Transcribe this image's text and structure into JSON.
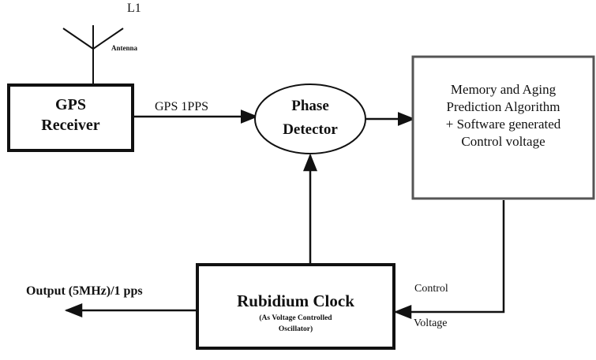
{
  "antenna": {
    "band": "L1",
    "label": "Antenna"
  },
  "gps_receiver": {
    "line1": "GPS",
    "line2": "Receiver"
  },
  "gps_signal": "GPS 1PPS",
  "phase_detector": {
    "line1": "Phase",
    "line2": "Detector"
  },
  "memory_block": {
    "line1": "Memory and Aging",
    "line2": "Prediction Algorithm",
    "line3": "+ Software generated",
    "line4": "Control voltage"
  },
  "rubidium": {
    "title": "Rubidium Clock",
    "sub1": "(As Voltage Controlled",
    "sub2": "Oscillator)"
  },
  "output_label": "Output (5MHz)/1 pps",
  "control_label": "Control",
  "voltage_label": "Voltage"
}
